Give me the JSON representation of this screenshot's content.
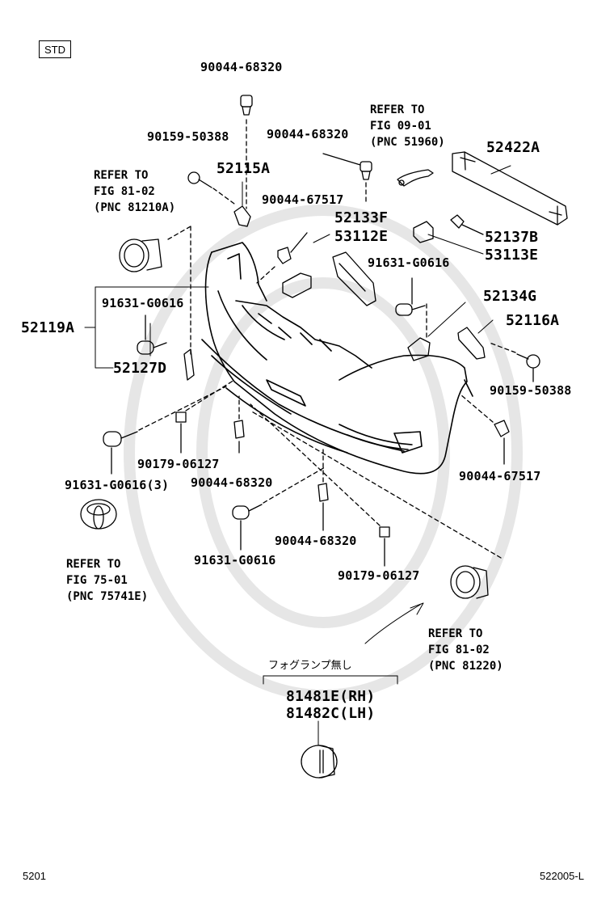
{
  "badge": "STD",
  "parts": {
    "p_90044_68320_top": "90044-68320",
    "p_90159_50388_left": "90159-50388",
    "p_52115A": "52115A",
    "p_90044_68320_mid": "90044-68320",
    "p_90044_67517_top": "90044-67517",
    "p_52133F": "52133F",
    "p_53112E": "53112E",
    "p_52422A": "52422A",
    "p_52137B": "52137B",
    "p_53113E": "53113E",
    "p_91631_G0616_right": "91631-G0616",
    "p_52134G": "52134G",
    "p_52116A": "52116A",
    "p_90159_50388_right": "90159-50388",
    "p_52119A": "52119A",
    "p_91631_G0616_left": "91631-G0616",
    "p_52127D": "52127D",
    "p_90179_06127_left": "90179-06127",
    "p_91631_G0616_3": "91631-G0616(3)",
    "p_90044_68320_lower": "90044-68320",
    "p_90044_67517_right": "90044-67517",
    "p_91631_G0616_bottom": "91631-G0616",
    "p_90044_68320_bottom": "90044-68320",
    "p_90179_06127_right": "90179-06127",
    "p_81481E": "81481E(RH)",
    "p_81482C": "81482C(LH)"
  },
  "refs": {
    "ref_top": [
      "REFER TO",
      "FIG 09-01",
      "(PNC 51960)"
    ],
    "ref_left": [
      "REFER TO",
      "FIG 81-02",
      "(PNC 81210A)"
    ],
    "ref_emblem": [
      "REFER TO",
      "FIG 75-01",
      "(PNC 75741E)"
    ],
    "ref_foglamp": [
      "REFER TO",
      "FIG 81-02",
      "(PNC 81220)"
    ]
  },
  "note_jp": "フォグランプ無し",
  "footer": {
    "left": "5201",
    "right": "522005-L"
  }
}
